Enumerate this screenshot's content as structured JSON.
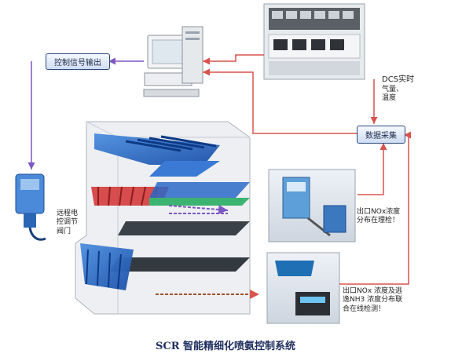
{
  "labels": {
    "control_output": "控制信号输出",
    "data_collection": "数据采集",
    "dcs": "DCS实时",
    "dcs_sub1": "气量、",
    "dcs_sub2": "温度",
    "valve_1": "远程电",
    "valve_2": "控调节",
    "valve_3": "阀门",
    "outlet_nox_1": "出口NOx浓度",
    "outlet_nox_2": "分布在理检！",
    "outlet_nh3_1": "出口NOx 浓度及逃",
    "outlet_nh3_2": "逸NH3 浓度分布联",
    "outlet_nh3_3": "合在线检测！"
  },
  "caption": "SCR  智能精细化喷氨控制系统",
  "colors": {
    "arrow_red": "#d9534f",
    "arrow_purple": "#7e57c2",
    "catalyst_blue": "#1e5bb8",
    "ammonia_red": "#d43a3a",
    "green_layer": "#3cb371",
    "dark_layer": "#333a40"
  }
}
